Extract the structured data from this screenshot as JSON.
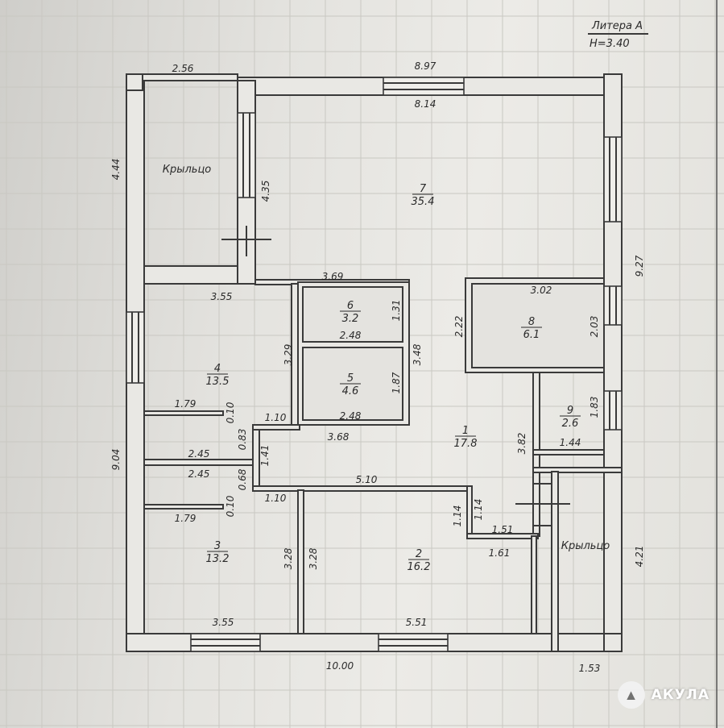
{
  "header": {
    "litera": "Литера А",
    "height": "Н=3.40"
  },
  "rooms": [
    {
      "num": "7",
      "area": "35.4"
    },
    {
      "num": "6",
      "area": "3.2"
    },
    {
      "num": "5",
      "area": "4.6"
    },
    {
      "num": "4",
      "area": "13.5"
    },
    {
      "num": "1",
      "area": "17.8"
    },
    {
      "num": "8",
      "area": "6.1"
    },
    {
      "num": "9",
      "area": "2.6"
    },
    {
      "num": "3",
      "area": "13.2"
    },
    {
      "num": "2",
      "area": "16.2"
    }
  ],
  "porches": [
    "Крыльцо",
    "Крыльцо"
  ],
  "dims_h": [
    "2.56",
    "8.97",
    "8.14",
    "3.69",
    "3.55",
    "3.02",
    "2.48",
    "2.48",
    "1.79",
    "1.10",
    "3.68",
    "2.45",
    "2.45",
    "5.10",
    "1.10",
    "1.79",
    "1.51",
    "1.61",
    "3.55",
    "5.51",
    "1.44",
    "10.00",
    "1.53"
  ],
  "dims_v": [
    "4.44",
    "4.35",
    "9.27",
    "9.04",
    "4.21",
    "3.29",
    "3.48",
    "1.31",
    "1.87",
    "2.22",
    "2.03",
    "1.83",
    "3.82",
    "0.10",
    "0.83",
    "1.41",
    "0.68",
    "0.10",
    "1.14",
    "1.14",
    "3.28",
    "3.28"
  ],
  "watermark": {
    "brand": "АКУЛА"
  }
}
